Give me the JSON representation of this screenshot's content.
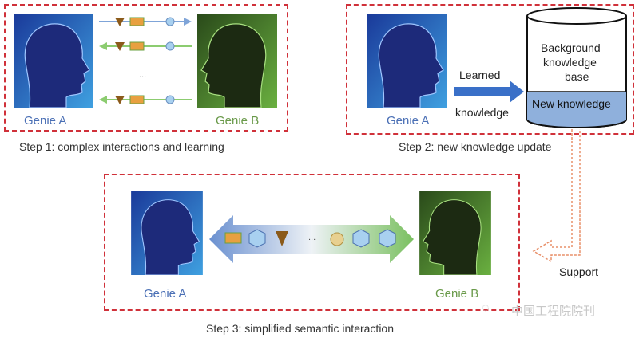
{
  "step1": {
    "caption": "Step 1: complex interactions and learning",
    "genie_a": "Genie A",
    "genie_b": "Genie B",
    "ellipsis": "..."
  },
  "step2": {
    "caption": "Step 2: new knowledge update",
    "genie_a": "Genie A",
    "arrow_top": "Learned",
    "arrow_bottom": "knowledge",
    "kb_line1": "Background",
    "kb_line2": "knowledge",
    "kb_line3": "base",
    "kb_new": "New knowledge"
  },
  "step3": {
    "caption": "Step 3: simplified semantic interaction",
    "genie_a": "Genie A",
    "genie_b": "Genie B",
    "ellipsis": "..."
  },
  "support": "Support",
  "watermark": "中国工程院院刊",
  "colors": {
    "border": "#d0313a",
    "genie_a": "#4a6fb5",
    "genie_b": "#6a9a4a",
    "new_knowledge": "#8fb0dc",
    "support_arrow": "#e8906a"
  }
}
